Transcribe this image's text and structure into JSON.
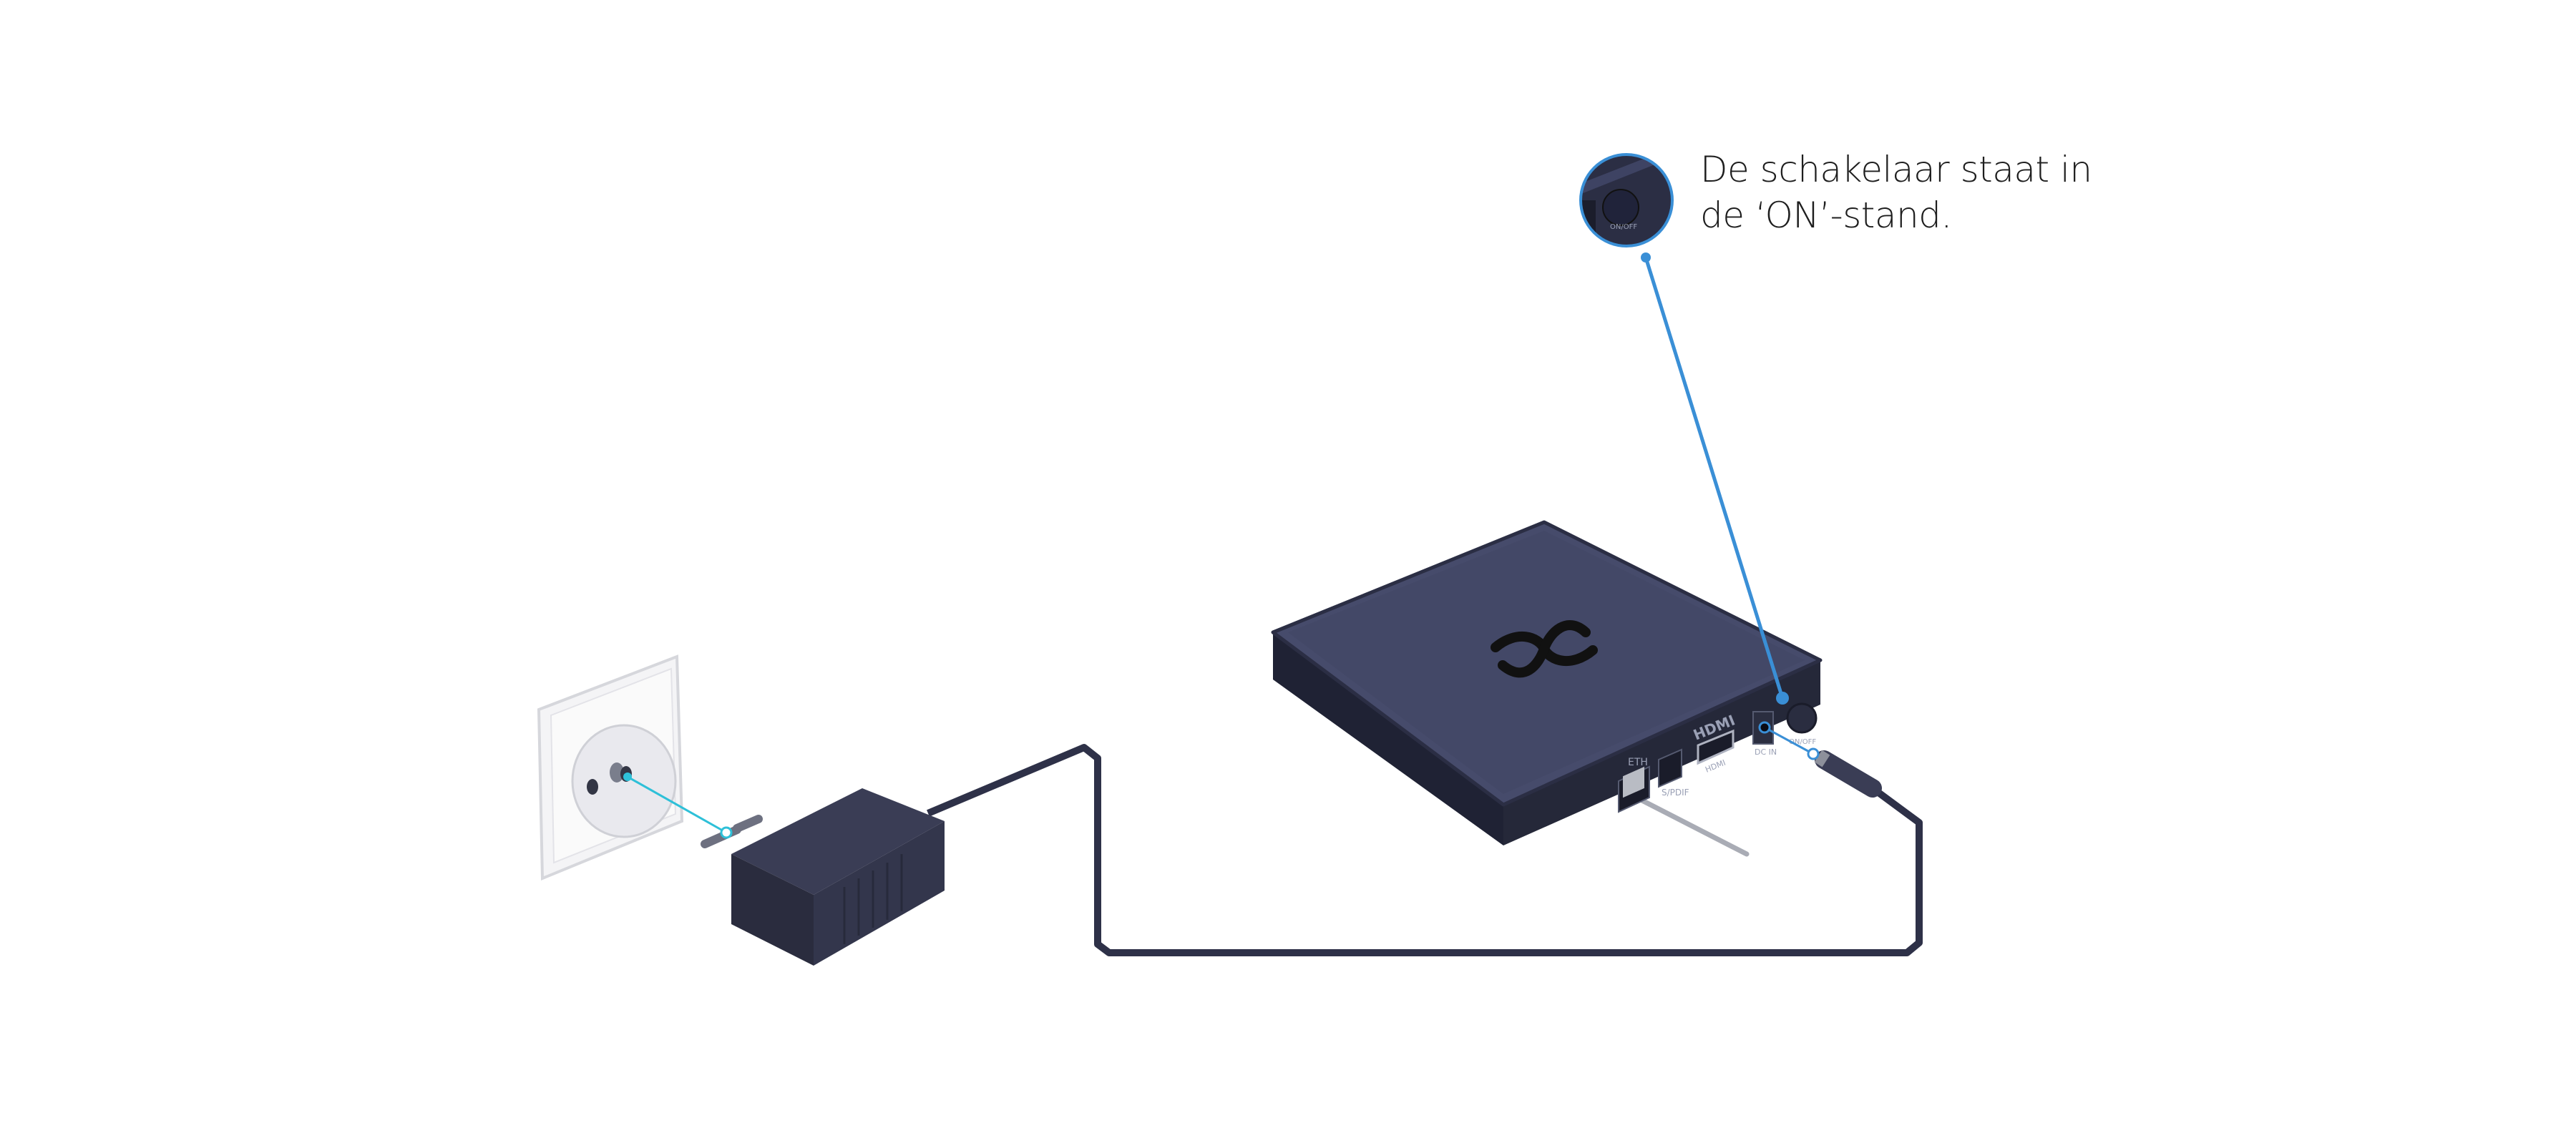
{
  "callout": {
    "line1": "De schakelaar staat in",
    "line2": "de ‘ON’-stand."
  },
  "device_labels": {
    "power_switch": "ON/OFF",
    "dc_in": "DC IN",
    "hdmi_logo": "HDMI",
    "hdmi": "HDMI",
    "spdif": "S/PDIF",
    "eth": "ETH"
  },
  "colors": {
    "accent": "#3a8fd6",
    "device": "#3c4160",
    "device_side": "#23263a",
    "cable": "#2e3148"
  }
}
